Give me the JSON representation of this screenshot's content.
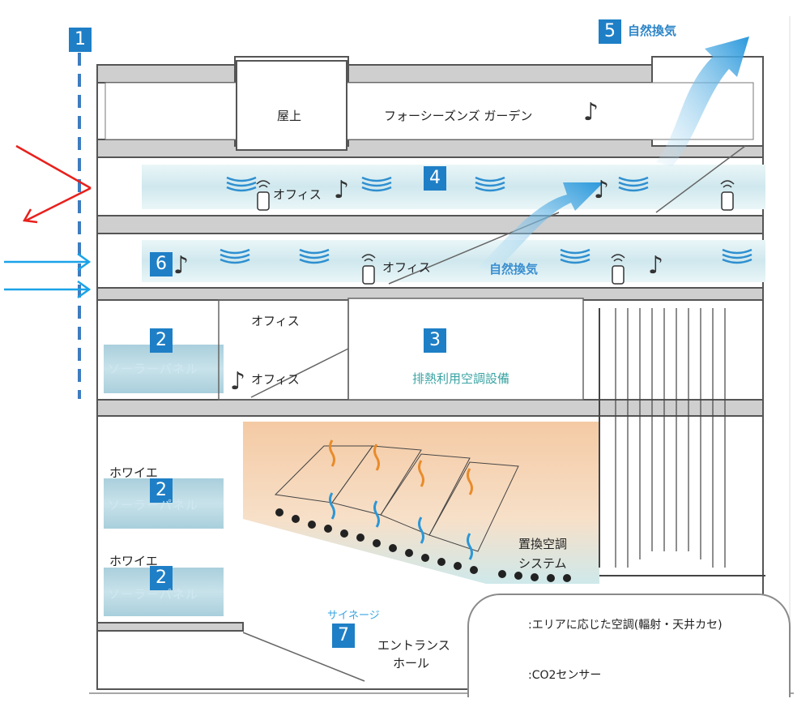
{
  "badges": {
    "b1": "1",
    "b2a": "2",
    "b2b": "2",
    "b2c": "2",
    "b3": "3",
    "b4": "4",
    "b5": "5",
    "b6": "6",
    "b7": "7"
  },
  "labels": {
    "rooftop": "屋上",
    "garden": "フォーシーズンズ ガーデン",
    "office_upper": "オフィス",
    "office_mid": "オフィス",
    "office_left1": "オフィス",
    "office_left2": "オフィス",
    "natural_vent_top": "自然換気",
    "natural_vent_mid": "自然換気",
    "solar_panel_1": "ソーラーパネル",
    "solar_panel_2": "ソーラーパネル",
    "solar_panel_3": "ソーラーパネル",
    "waste_heat": "排熱利用空調設備",
    "foyer_1": "ホワイエ",
    "foyer_2": "ホワイエ",
    "displacement_1": "置換空調",
    "displacement_2": "システム",
    "signage": "サイネージ",
    "entrance_1": "エントランス",
    "entrance_2": "ホール"
  },
  "legend": {
    "ac_label": ":エリアに応じた空調(輻射・天井カセ)",
    "co2_label": ":CO2センサー"
  },
  "icons": [
    "radiant-ac-icon",
    "co2-sensor-icon",
    "music-note-icon",
    "wind-arrow-icon"
  ],
  "colors": {
    "badge": "#1e7fc6",
    "office_band": "#d8eef2",
    "wind": "#3aa6e0",
    "seating_warm": "#f4c9a0",
    "red_arrow": "#e8201c",
    "cyan_arrow": "#1aa3e8"
  }
}
